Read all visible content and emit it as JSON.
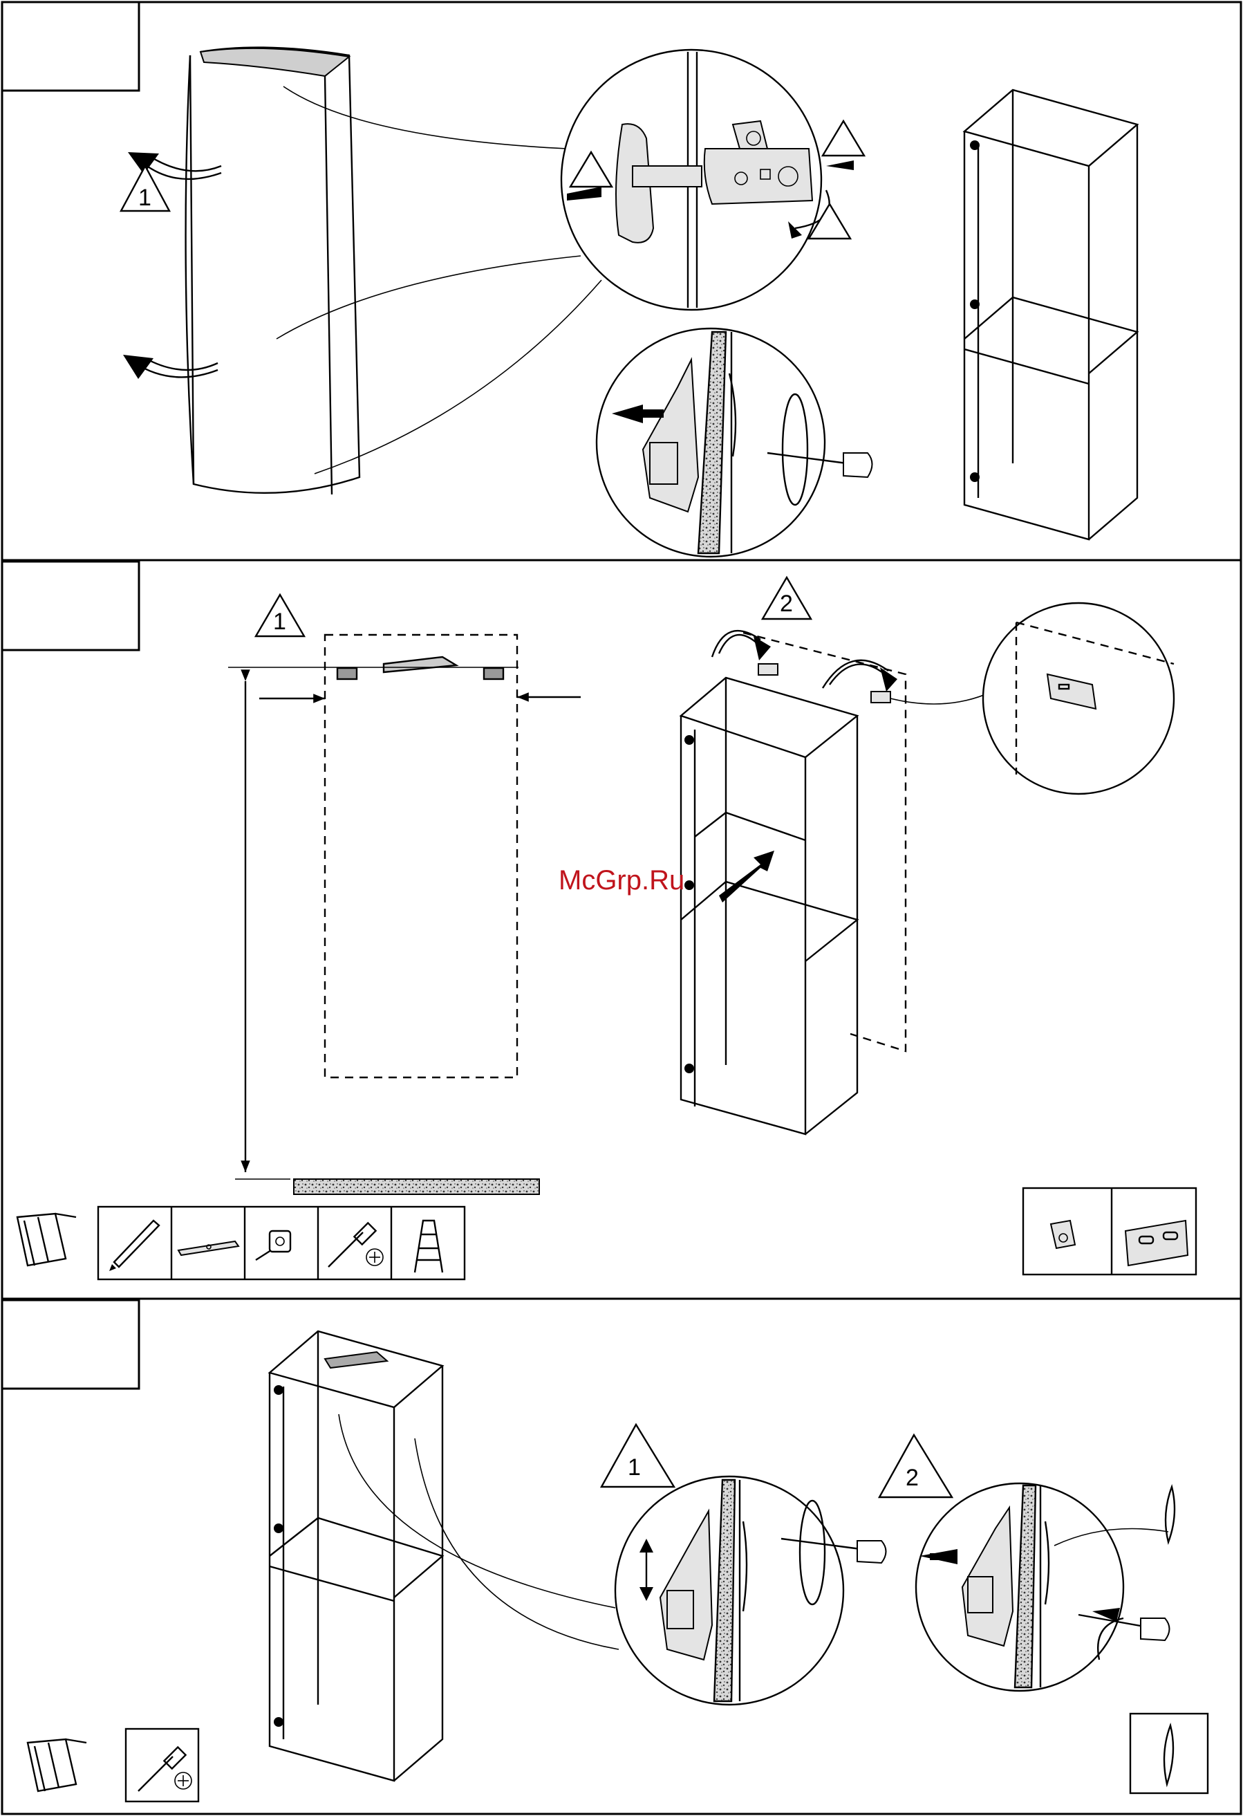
{
  "watermark": "McGrp.Ru",
  "steps": {
    "panel1": {
      "triangle": "1"
    },
    "panel2": {
      "triangle_left": "1",
      "triangle_right": "2"
    },
    "panel3": {
      "triangle_left": "1",
      "triangle_right": "2"
    }
  },
  "icons": {
    "tools_panel2": [
      "pencil-icon",
      "spirit-level-icon",
      "tape-measure-icon",
      "screwdriver-icon",
      "ladder-icon"
    ],
    "parts_panel2": [
      "wall-plug-icon",
      "hanging-rail-icon"
    ],
    "tools_panel3": [
      "screwdriver-icon"
    ],
    "parts_panel3": [
      "cover-cap-icon"
    ]
  },
  "colors": {
    "ink": "#000000",
    "watermark": "#c0141c",
    "wall_texture": "#b0b0b0"
  }
}
